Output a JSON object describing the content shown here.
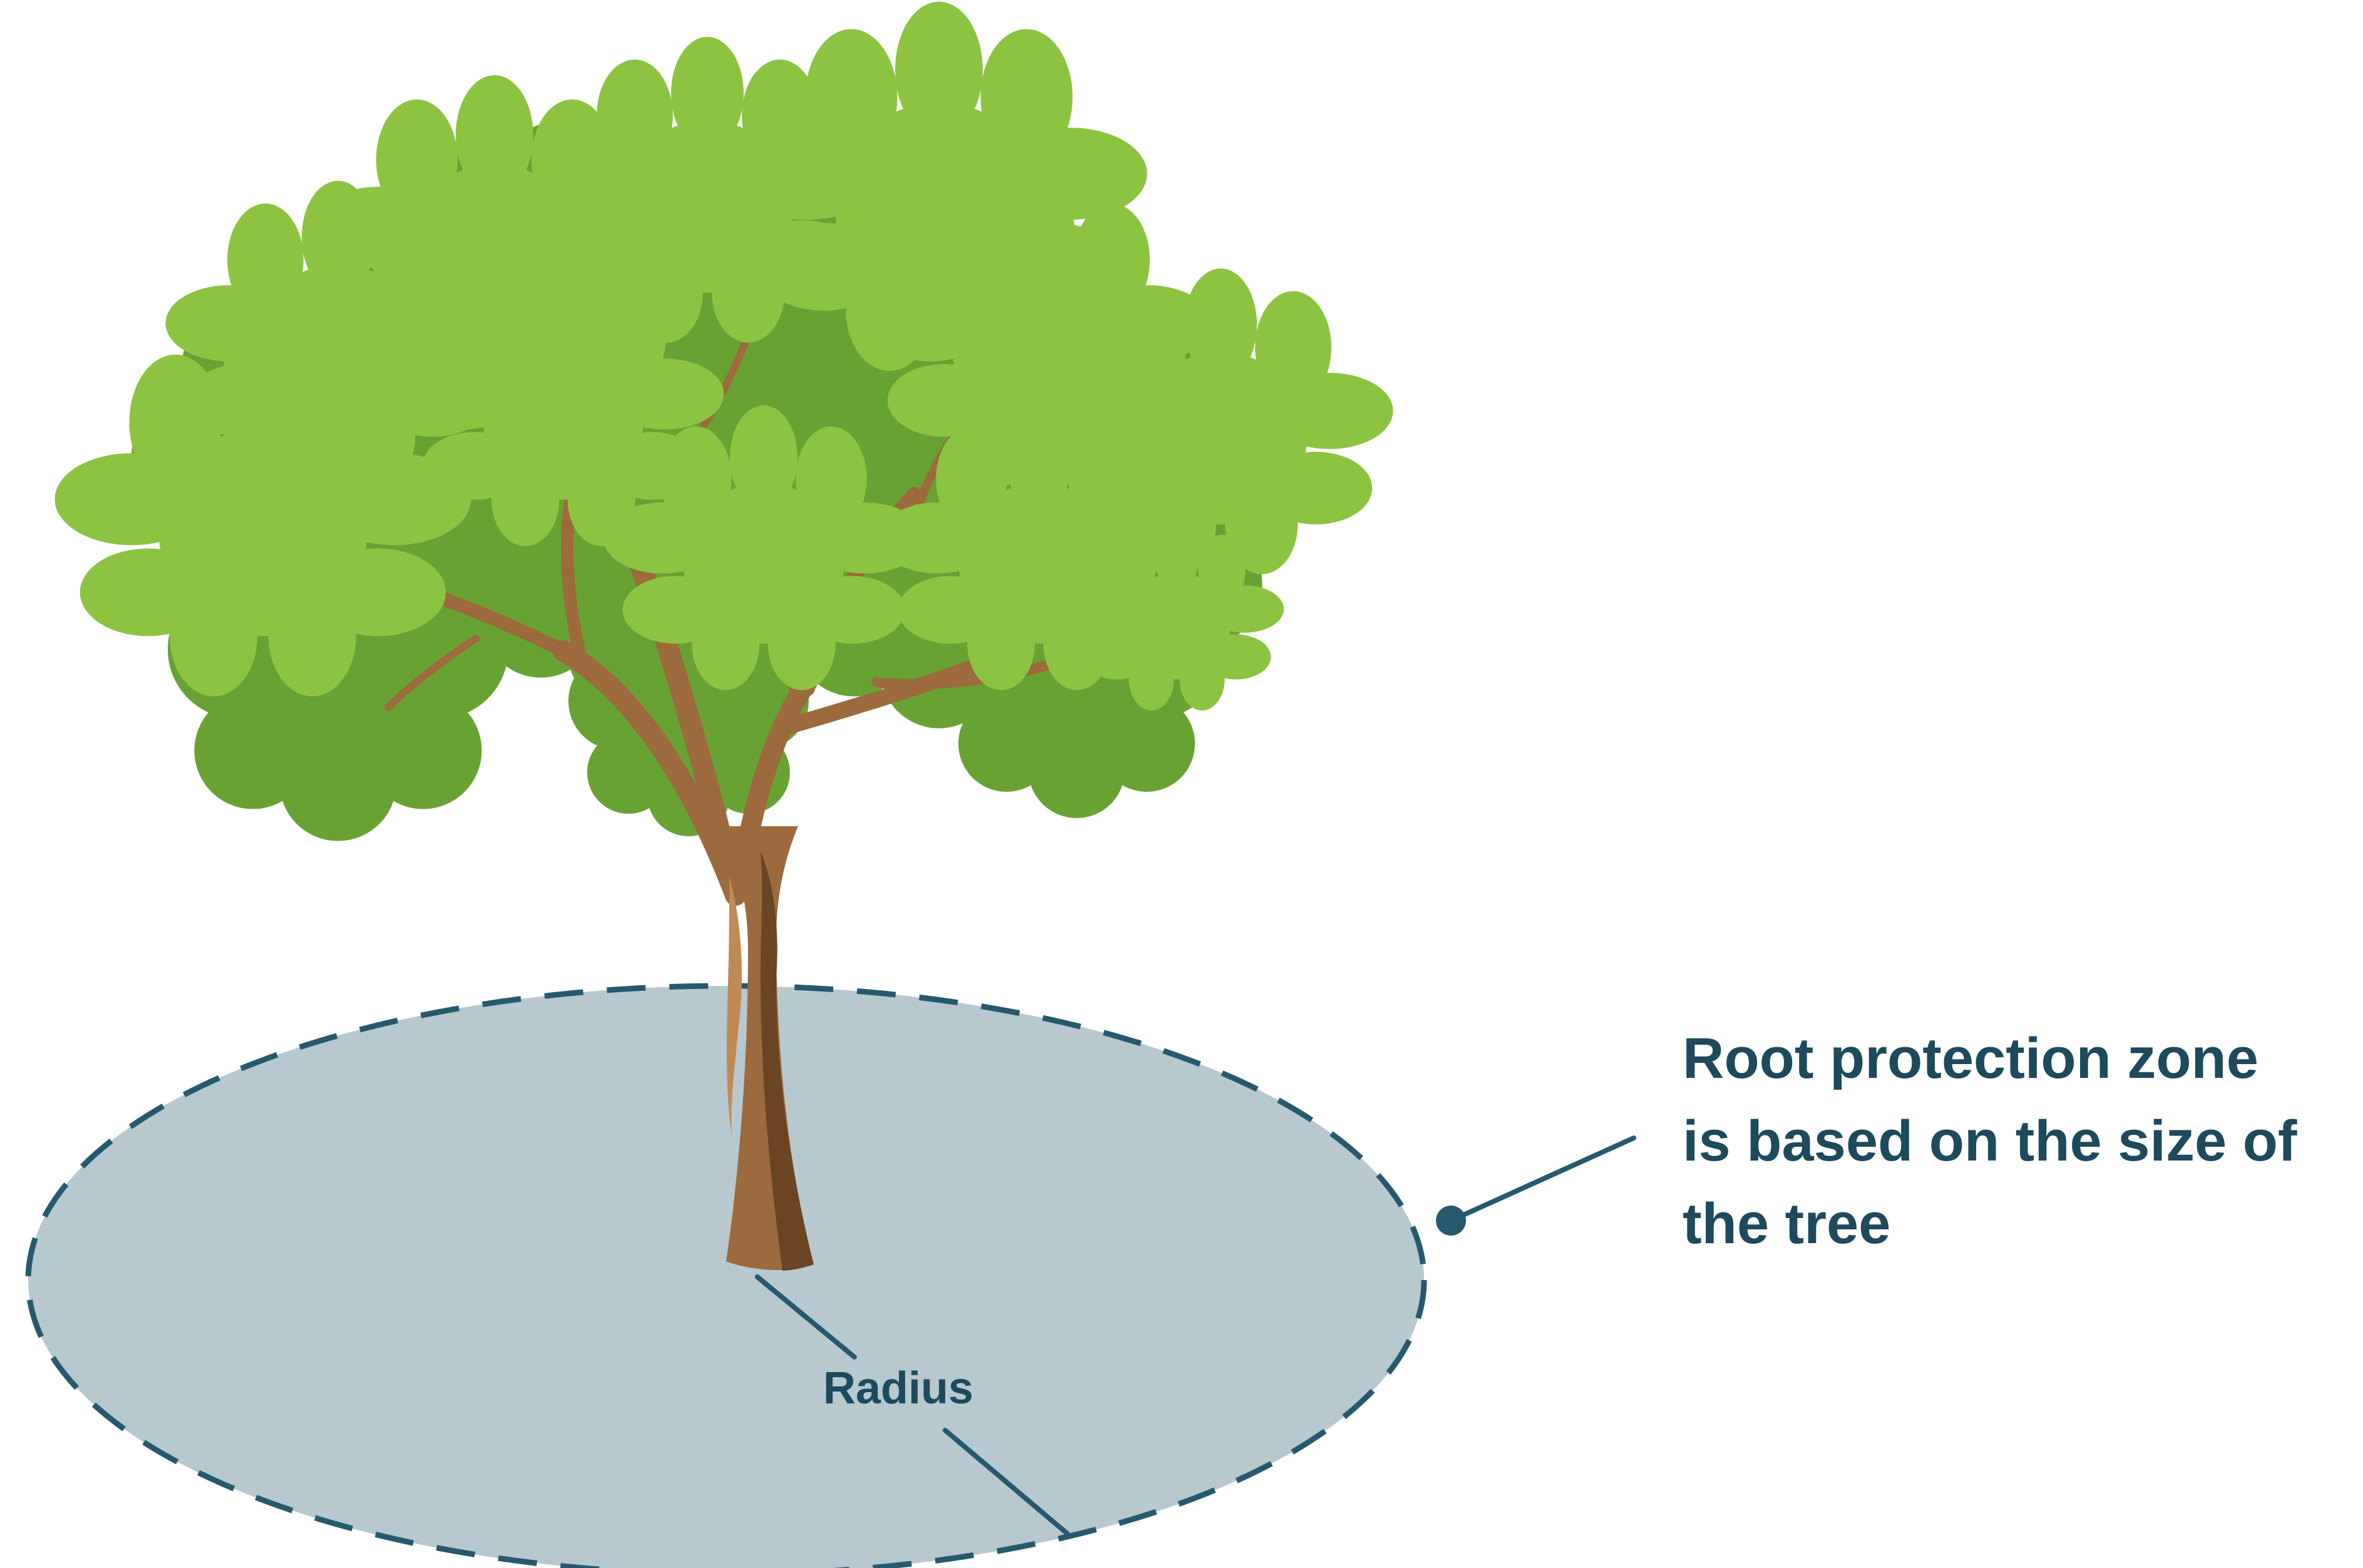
{
  "labels": {
    "radius": "Radius",
    "callout_lines": [
      "Root protection zone",
      "is based on the size of",
      "the tree"
    ]
  },
  "colors": {
    "zone_fill": "#b8c8cf",
    "zone_outline": "#255a6e",
    "text": "#1d4a5c",
    "leaf_light": "#8cc442",
    "leaf_dark": "#68a233",
    "trunk": "#9c6a3c",
    "trunk_shadow": "#6b4423",
    "trunk_highlight": "#c08a55"
  },
  "icons": {
    "tree": "tree-illustration",
    "callout_dot": "callout-dot"
  }
}
